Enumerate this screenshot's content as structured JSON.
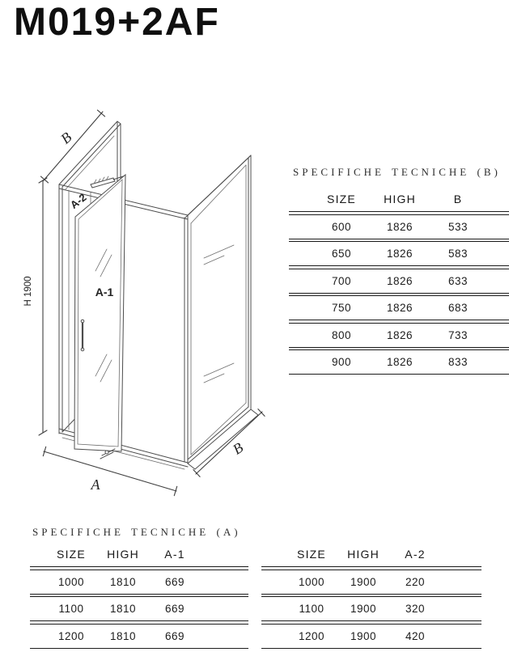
{
  "title": "M019+2AF",
  "diagram": {
    "dim_b_top": "B",
    "dim_b_bottom": "B",
    "dim_a_bottom": "A",
    "dim_height": "H 1900",
    "label_a1": "A-1",
    "label_a2": "A-2",
    "red_color": "#e03230",
    "line_color": "#4d4d4d"
  },
  "table_b": {
    "title": "SPECIFICHE TECNICHE (B)",
    "headers": [
      "SIZE",
      "HIGH",
      "B"
    ],
    "rows": [
      [
        "600",
        "1826",
        "533"
      ],
      [
        "650",
        "1826",
        "583"
      ],
      [
        "700",
        "1826",
        "633"
      ],
      [
        "750",
        "1826",
        "683"
      ],
      [
        "800",
        "1826",
        "733"
      ],
      [
        "900",
        "1826",
        "833"
      ]
    ]
  },
  "table_a": {
    "title": "SPECIFICHE TECNICHE (A)",
    "left": {
      "headers": [
        "SIZE",
        "HIGH",
        "A-1"
      ],
      "rows": [
        [
          "1000",
          "1810",
          "669"
        ],
        [
          "1100",
          "1810",
          "669"
        ],
        [
          "1200",
          "1810",
          "669"
        ]
      ]
    },
    "right": {
      "headers": [
        "SIZE",
        "HIGH",
        "A-2"
      ],
      "rows": [
        [
          "1000",
          "1900",
          "220"
        ],
        [
          "1100",
          "1900",
          "320"
        ],
        [
          "1200",
          "1900",
          "420"
        ]
      ]
    }
  }
}
